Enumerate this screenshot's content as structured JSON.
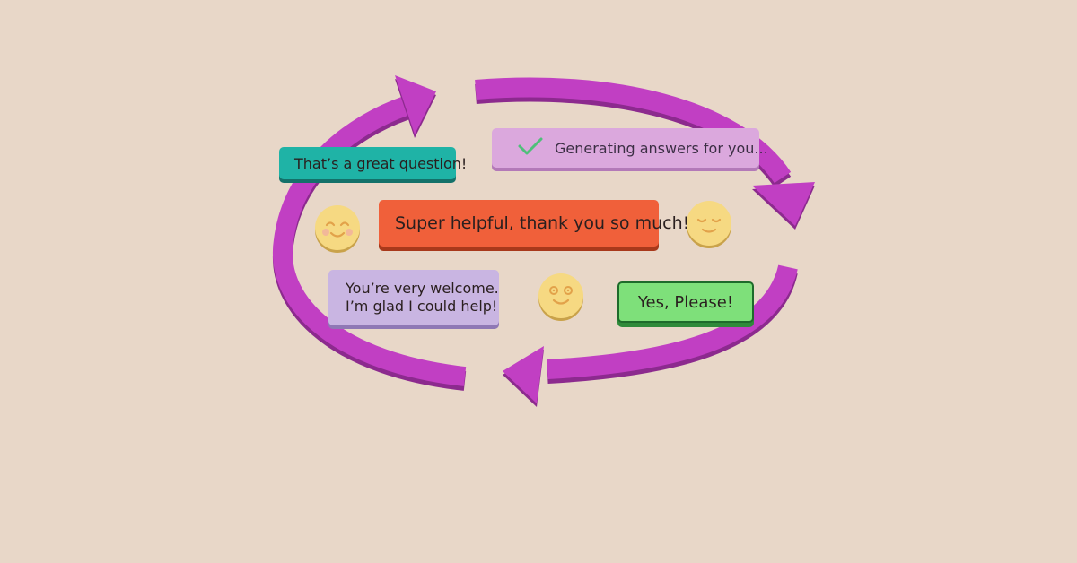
{
  "messages": {
    "question": "That’s a great question!",
    "generating": "Generating answers for you...",
    "helpful": "Super helpful, thank you so much!",
    "welcome_line1": "You’re very welcome.",
    "welcome_line2": "I’m glad I could help!",
    "yes": "Yes, Please!"
  },
  "icons": {
    "check": "check-icon",
    "smiley_1": "smiling-face-closed-eyes-icon",
    "smiley_2": "content-face-icon",
    "smiley_3": "smiling-face-open-eyes-icon",
    "cycle": "circular-arrows"
  },
  "colors": {
    "background": "#e8d7c8",
    "arrow": "#c13fc3",
    "question_bubble": "#1fb3a6",
    "generating_bubble": "#dba8dd",
    "helpful_bubble": "#f0603a",
    "welcome_bubble": "#c9b5e2",
    "yes_bubble": "#7ee07a",
    "smiley": "#f6d982"
  }
}
